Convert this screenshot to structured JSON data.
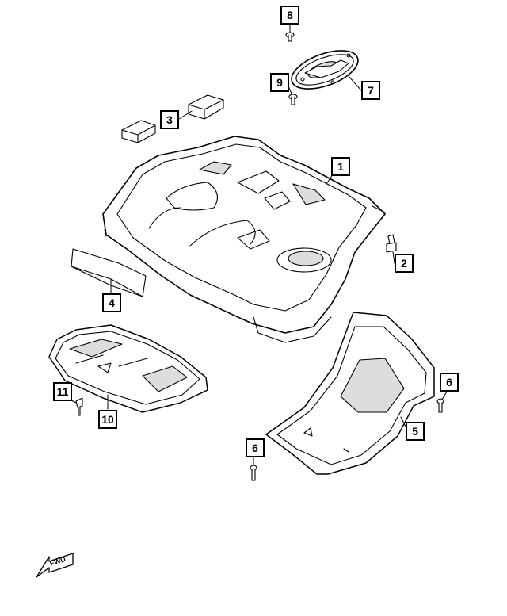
{
  "diagram": {
    "callouts": [
      {
        "id": "1",
        "label": "1",
        "part": "fuel-tank"
      },
      {
        "id": "2",
        "label": "2",
        "part": "tank-strap-bolt"
      },
      {
        "id": "3",
        "label": "3",
        "part": "insulator-pads"
      },
      {
        "id": "4",
        "label": "4",
        "part": "tank-pad"
      },
      {
        "id": "5",
        "label": "5",
        "part": "tank-shield"
      },
      {
        "id": "6a",
        "label": "6",
        "part": "shield-bolt"
      },
      {
        "id": "6b",
        "label": "6",
        "part": "shield-bolt"
      },
      {
        "id": "7",
        "label": "7",
        "part": "access-cover"
      },
      {
        "id": "8",
        "label": "8",
        "part": "cover-screw"
      },
      {
        "id": "9",
        "label": "9",
        "part": "cover-screw"
      },
      {
        "id": "10",
        "label": "10",
        "part": "heat-shield"
      },
      {
        "id": "11",
        "label": "11",
        "part": "heat-shield-fastener"
      }
    ],
    "fwd_arrow": {
      "label": "FWD",
      "icon": "forward-arrow-icon"
    },
    "colors": {
      "line": "#000000",
      "fill": "#ffffff",
      "shade": "#d9d9d9"
    }
  }
}
